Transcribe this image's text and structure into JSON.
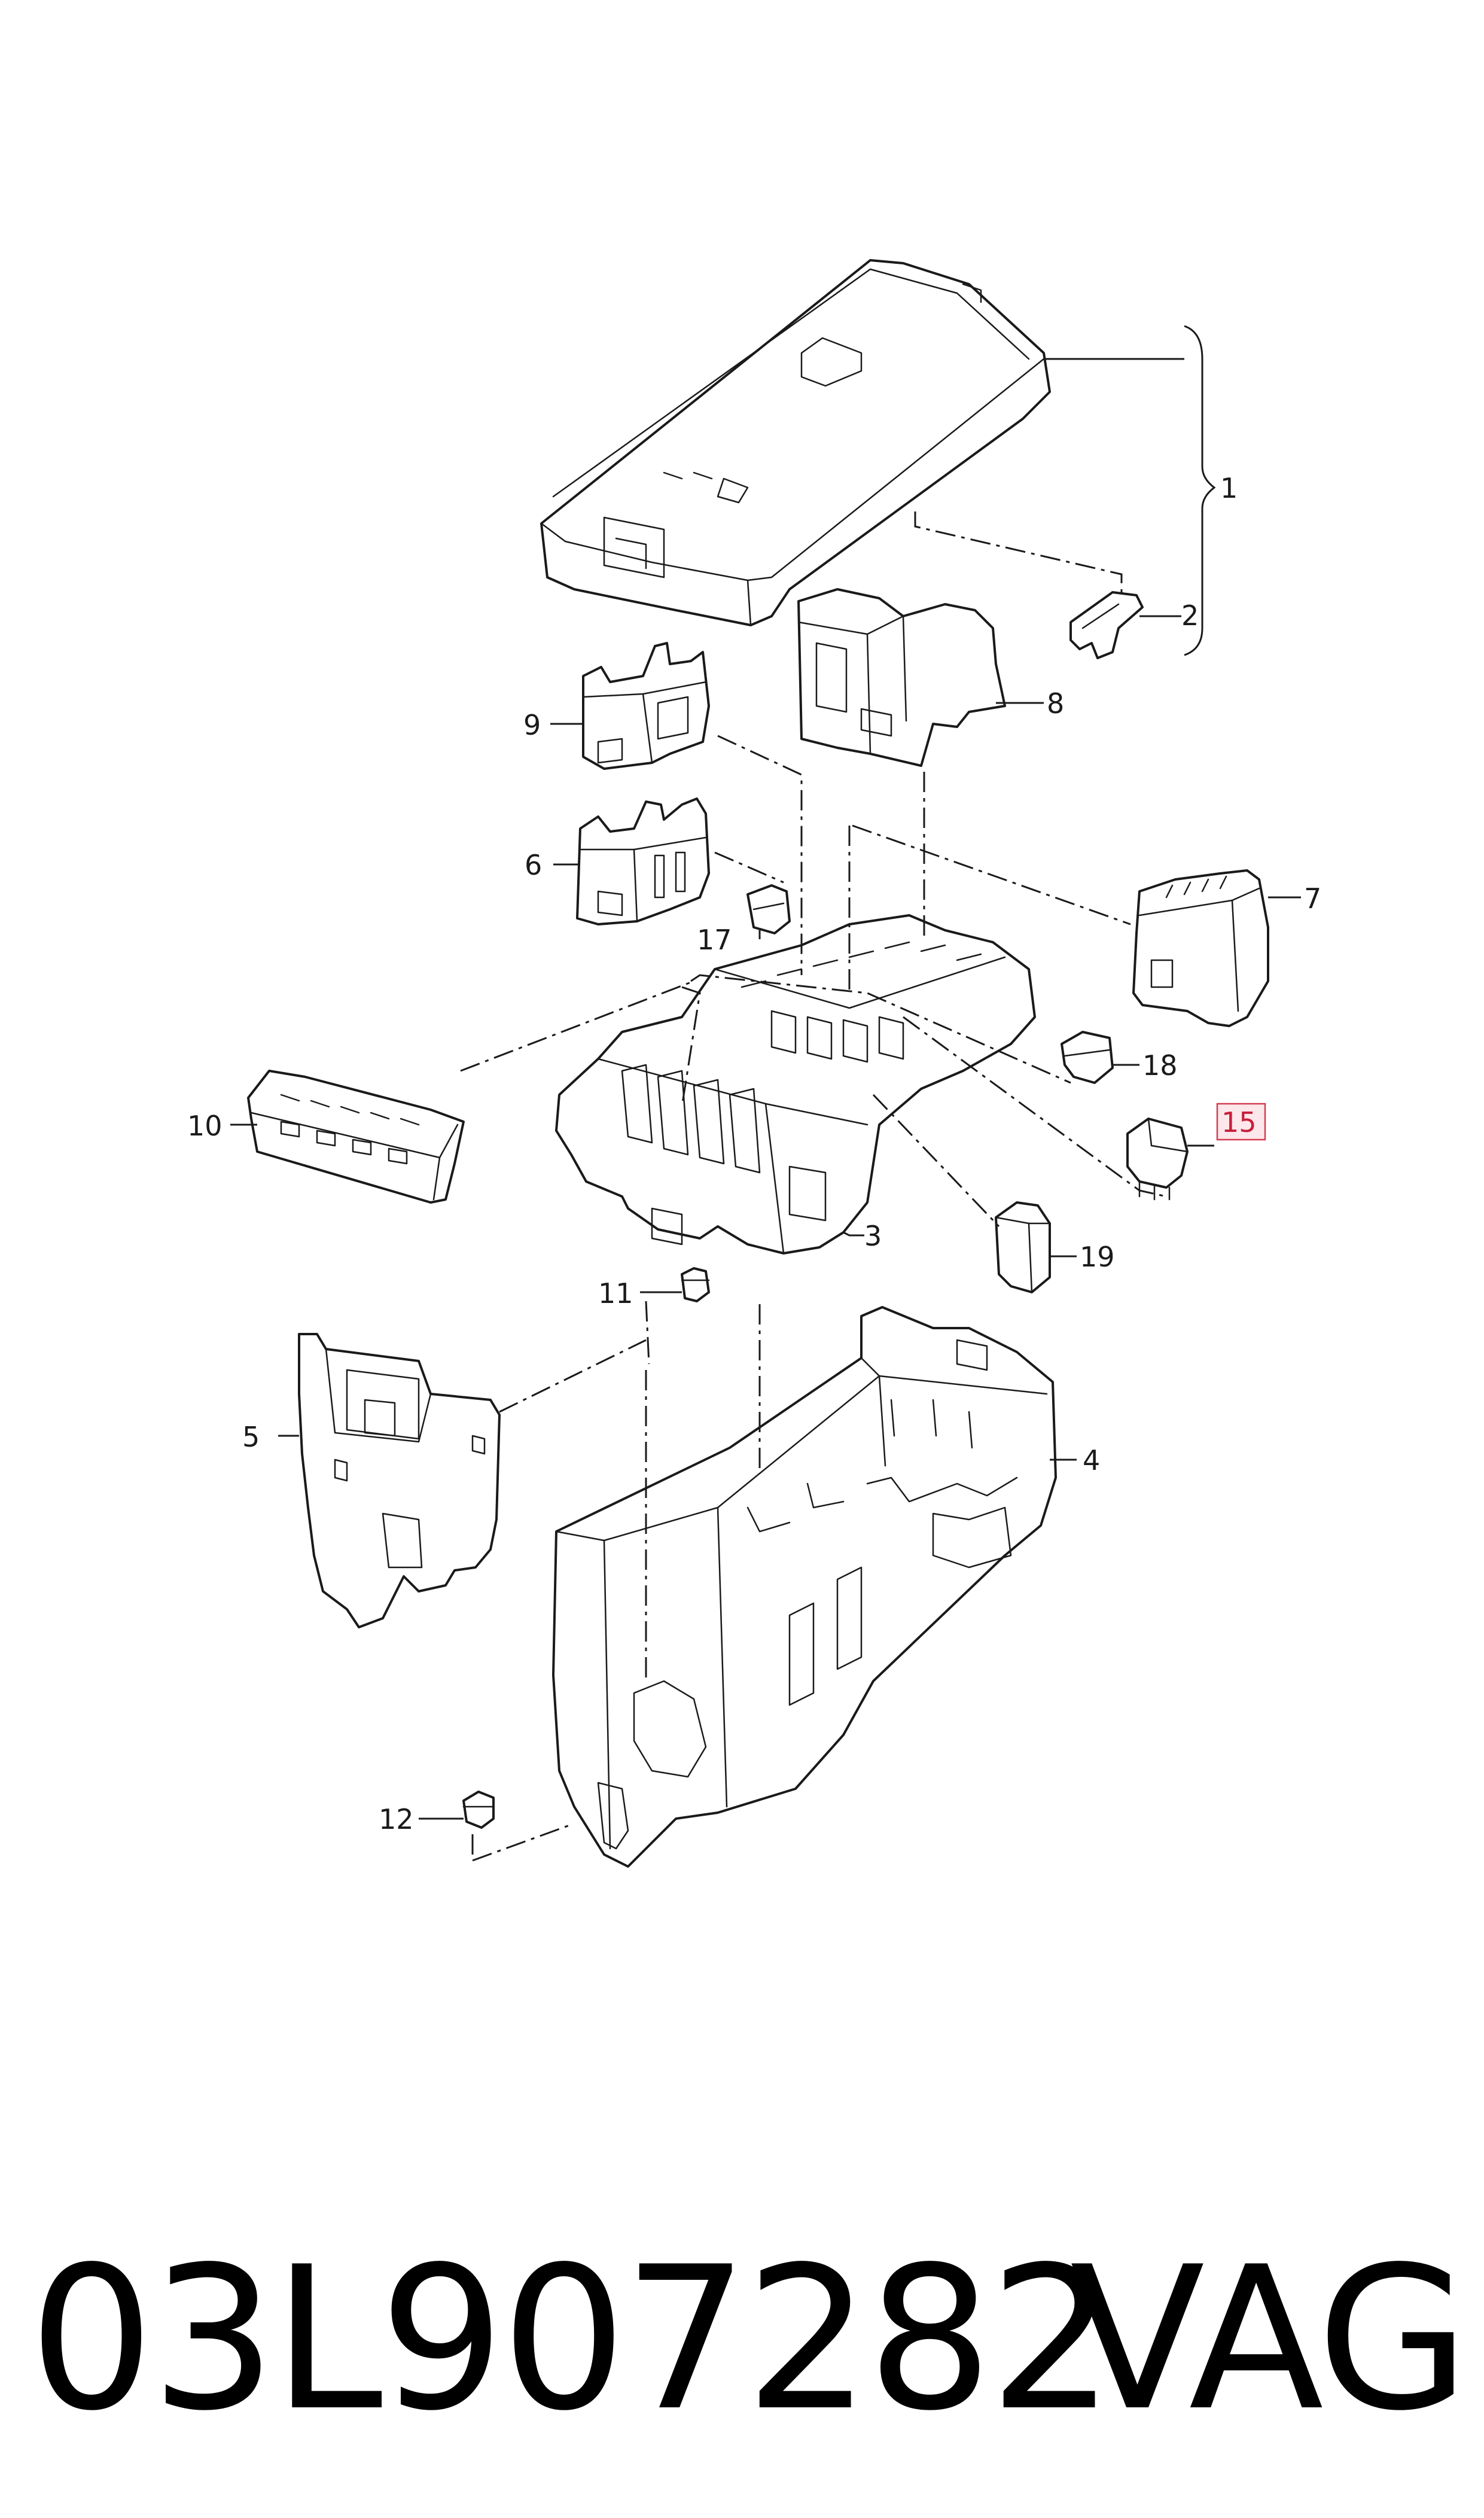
{
  "diagram": {
    "callouts": [
      {
        "id": "1",
        "label": "1",
        "highlighted": false
      },
      {
        "id": "2",
        "label": "2",
        "highlighted": false
      },
      {
        "id": "3",
        "label": "3",
        "highlighted": false
      },
      {
        "id": "4",
        "label": "4",
        "highlighted": false
      },
      {
        "id": "5",
        "label": "5",
        "highlighted": false
      },
      {
        "id": "6",
        "label": "6",
        "highlighted": false
      },
      {
        "id": "7",
        "label": "7",
        "highlighted": false
      },
      {
        "id": "8",
        "label": "8",
        "highlighted": false
      },
      {
        "id": "9",
        "label": "9",
        "highlighted": false
      },
      {
        "id": "10",
        "label": "10",
        "highlighted": false
      },
      {
        "id": "11",
        "label": "11",
        "highlighted": false
      },
      {
        "id": "12",
        "label": "12",
        "highlighted": false
      },
      {
        "id": "15",
        "label": "15",
        "highlighted": true
      },
      {
        "id": "17",
        "label": "17",
        "highlighted": false
      },
      {
        "id": "18",
        "label": "18",
        "highlighted": false
      },
      {
        "id": "19",
        "label": "19",
        "highlighted": false
      }
    ],
    "highlight_color": "#d43c50"
  },
  "footer": {
    "part_number": "03L907282",
    "brand": "VAG"
  }
}
